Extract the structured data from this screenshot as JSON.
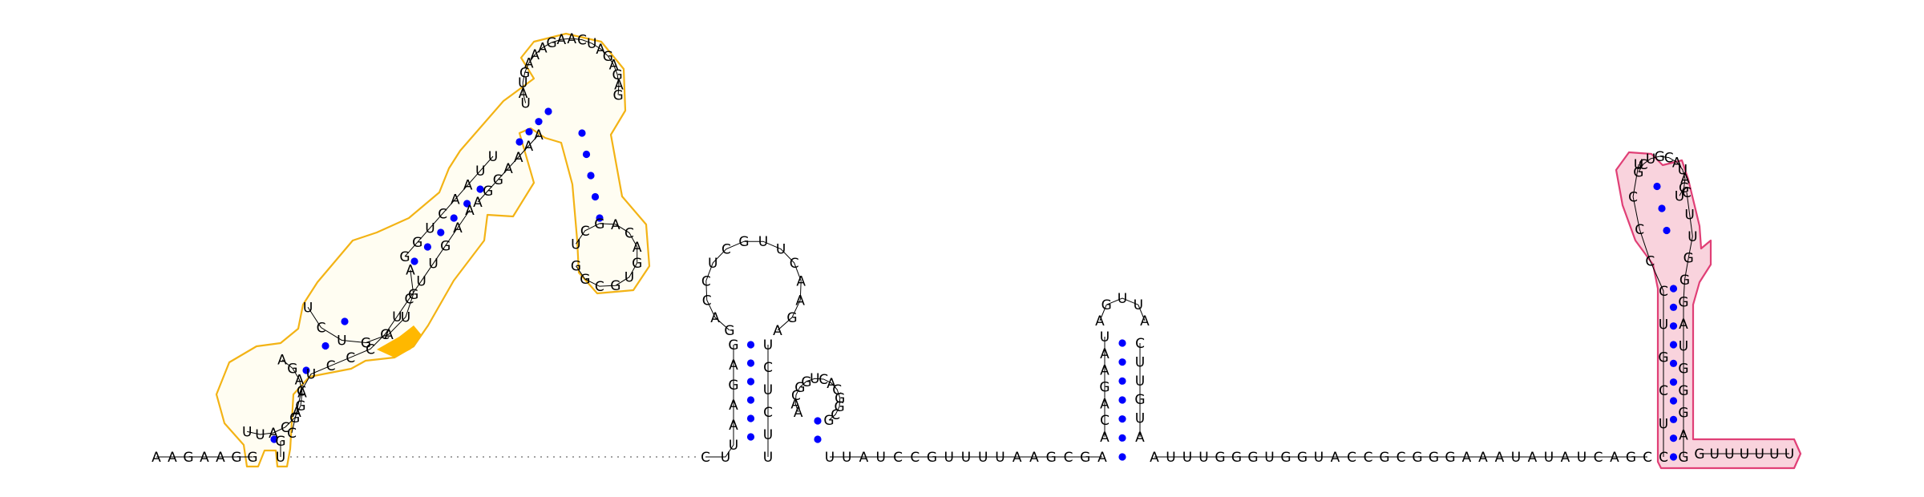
{
  "diagram": {
    "type": "rna-secondary-structure",
    "colors": {
      "base_pair": "#0000ff",
      "backbone": "#000000",
      "highlight_domain_1": "#f3b315",
      "highlight_domain_1_spot": "#ffb800",
      "highlight_domain_2_fill": "#f9d3dd",
      "highlight_domain_2_stroke": "#e03f76"
    },
    "segments": {
      "left_tail": "AAGAAGG",
      "domain1_five_prime_stem": "UUACGGAAGA",
      "domain1_upper_left": "UCUGAUGA",
      "domain1_upper_middle": "GGUCAAUU",
      "domain1_top_loop": "UAUGAAAGAACUAGAGAG",
      "domain1_terminal_hairpin": "UCGACAGUGCGG",
      "domain1_right_stem": "AAAAGGA",
      "domain1_lower_right": "AAGUUCUCCCCUCAC",
      "domain1_three_prime": "GU",
      "linker_dots": ". . . . . . . . . . . . . . . . . . . . . . . . . . . . . . . . .",
      "hairpin2_left": "CUUAAGAG",
      "hairpin2_loop": "GACCUCGUUCAAGA",
      "hairpin2_right": "UCUCUU",
      "small_hairpin": "AACGGUCACGGCG",
      "middle_linker": "UUAUCCGUUUUAAGCGA",
      "hairpin3_left": "ACAGAAU",
      "hairpin3_loop": "AGUUA",
      "hairpin3_right": "CUUGUA",
      "right_linker": "AUUUGGGUGGUACCGCGGGAAAUAUAUCAGC",
      "domain2_stem_left": "CUCGUCCCCU",
      "domain2_loop": "GCUGCAUAGU",
      "domain2_stem_right": "CUUGGGAUGGGAG",
      "three_prime_tail": "GUUUUUU"
    }
  }
}
